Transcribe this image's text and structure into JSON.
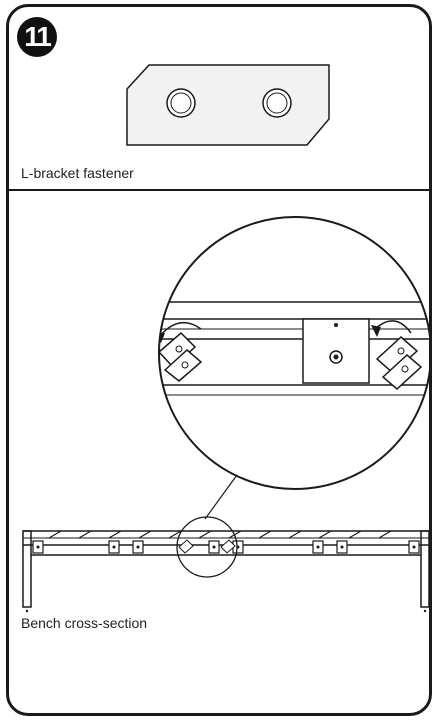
{
  "step_number": "11",
  "part_label": "L-bracket fastener",
  "view_label": "Bench cross-section",
  "colors": {
    "line": "#1a1a1a",
    "fill_light": "#f2f2f2"
  }
}
